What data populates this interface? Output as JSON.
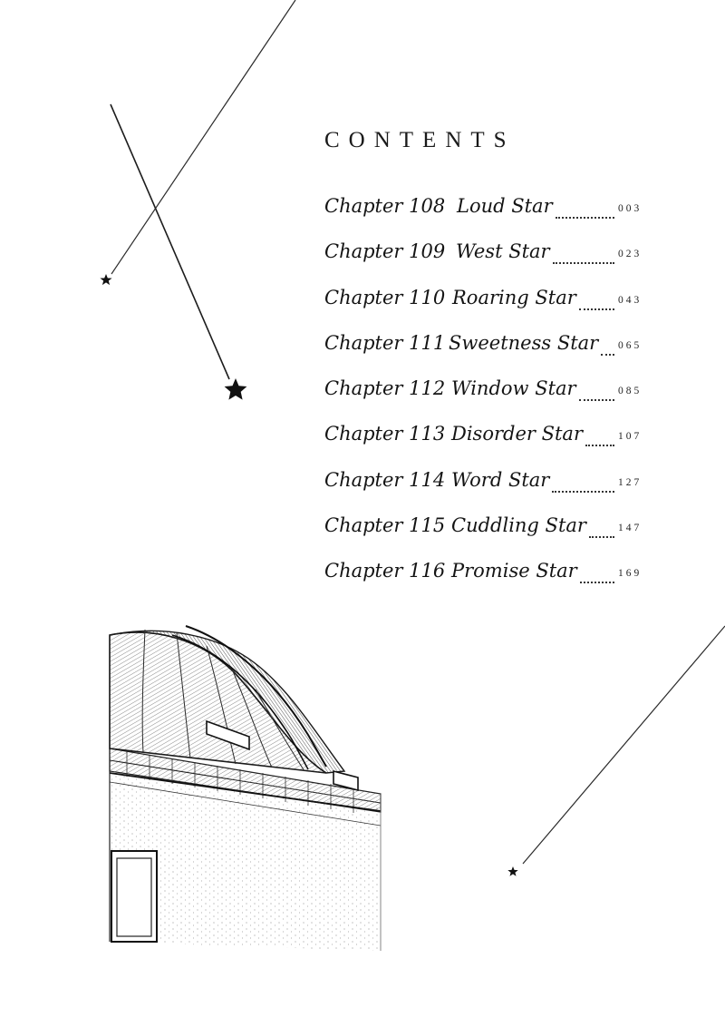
{
  "contents_heading": "CONTENTS",
  "chapters": [
    {
      "number": "Chapter 108",
      "title": "Loud Star",
      "page": "003"
    },
    {
      "number": "Chapter 109",
      "title": "West Star",
      "page": "023"
    },
    {
      "number": "Chapter 110",
      "title": "Roaring Star",
      "page": "043"
    },
    {
      "number": "Chapter 111",
      "title": "Sweetness Star",
      "page": "065"
    },
    {
      "number": "Chapter 112",
      "title": "Window Star",
      "page": "085"
    },
    {
      "number": "Chapter 113",
      "title": "Disorder Star",
      "page": "107"
    },
    {
      "number": "Chapter 114",
      "title": "Word Star",
      "page": "127"
    },
    {
      "number": "Chapter 115",
      "title": "Cuddling Star",
      "page": "147"
    },
    {
      "number": "Chapter 116",
      "title": "Promise Star",
      "page": "169"
    }
  ]
}
